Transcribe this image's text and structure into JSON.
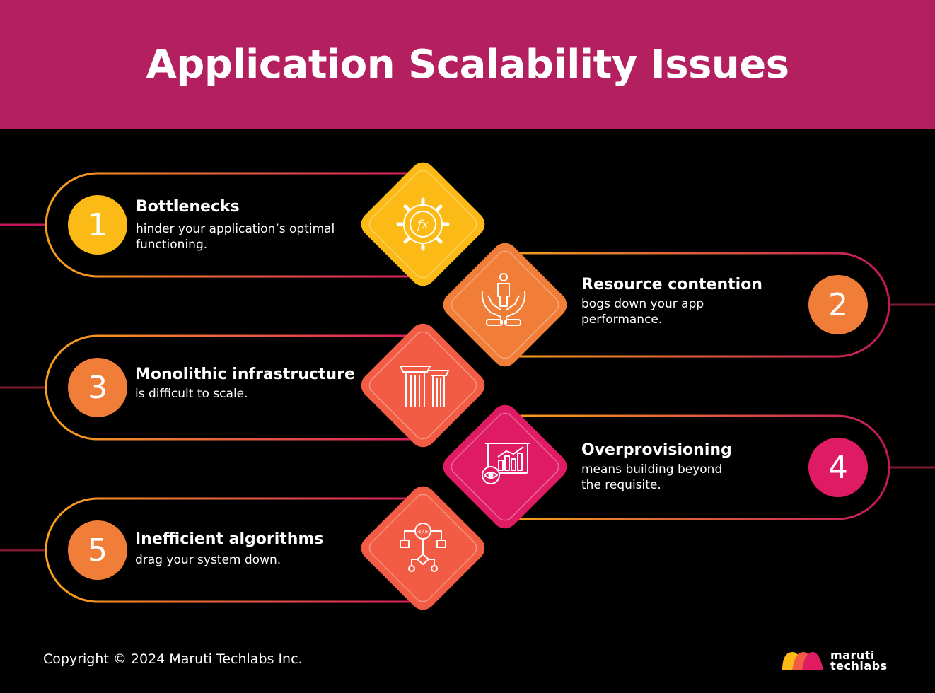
{
  "title": "Application Scalability Issues",
  "items": [
    {
      "number": "1",
      "title": "Bottlenecks",
      "desc_line1": "hinder your application’s optimal",
      "desc_line2": "functioning.",
      "color": "#FBBA16",
      "icon": "gear-function-icon"
    },
    {
      "number": "2",
      "title": "Resource contention",
      "desc_line1": "bogs down your app",
      "desc_line2": "performance.",
      "color": "#F07D38",
      "icon": "hands-person-icon"
    },
    {
      "number": "3",
      "title": "Monolithic infrastructure",
      "desc_line1": "is difficult to scale.",
      "desc_line2": "",
      "color": "#F25C44",
      "icon": "pillars-icon"
    },
    {
      "number": "4",
      "title": "Overprovisioning",
      "desc_line1": "means building beyond",
      "desc_line2": "the requisite.",
      "color": "#DF1B64",
      "icon": "presentation-chart-icon"
    },
    {
      "number": "5",
      "title": "Inefficient algorithms",
      "desc_line1": "drag your system down.",
      "desc_line2": "",
      "color": "#F25C44",
      "icon": "code-flowchart-icon"
    }
  ],
  "footer": {
    "copyright": "Copyright © 2024 Maruti Techlabs Inc."
  },
  "brand": {
    "line1": "maruti",
    "line2": "techlabs"
  }
}
